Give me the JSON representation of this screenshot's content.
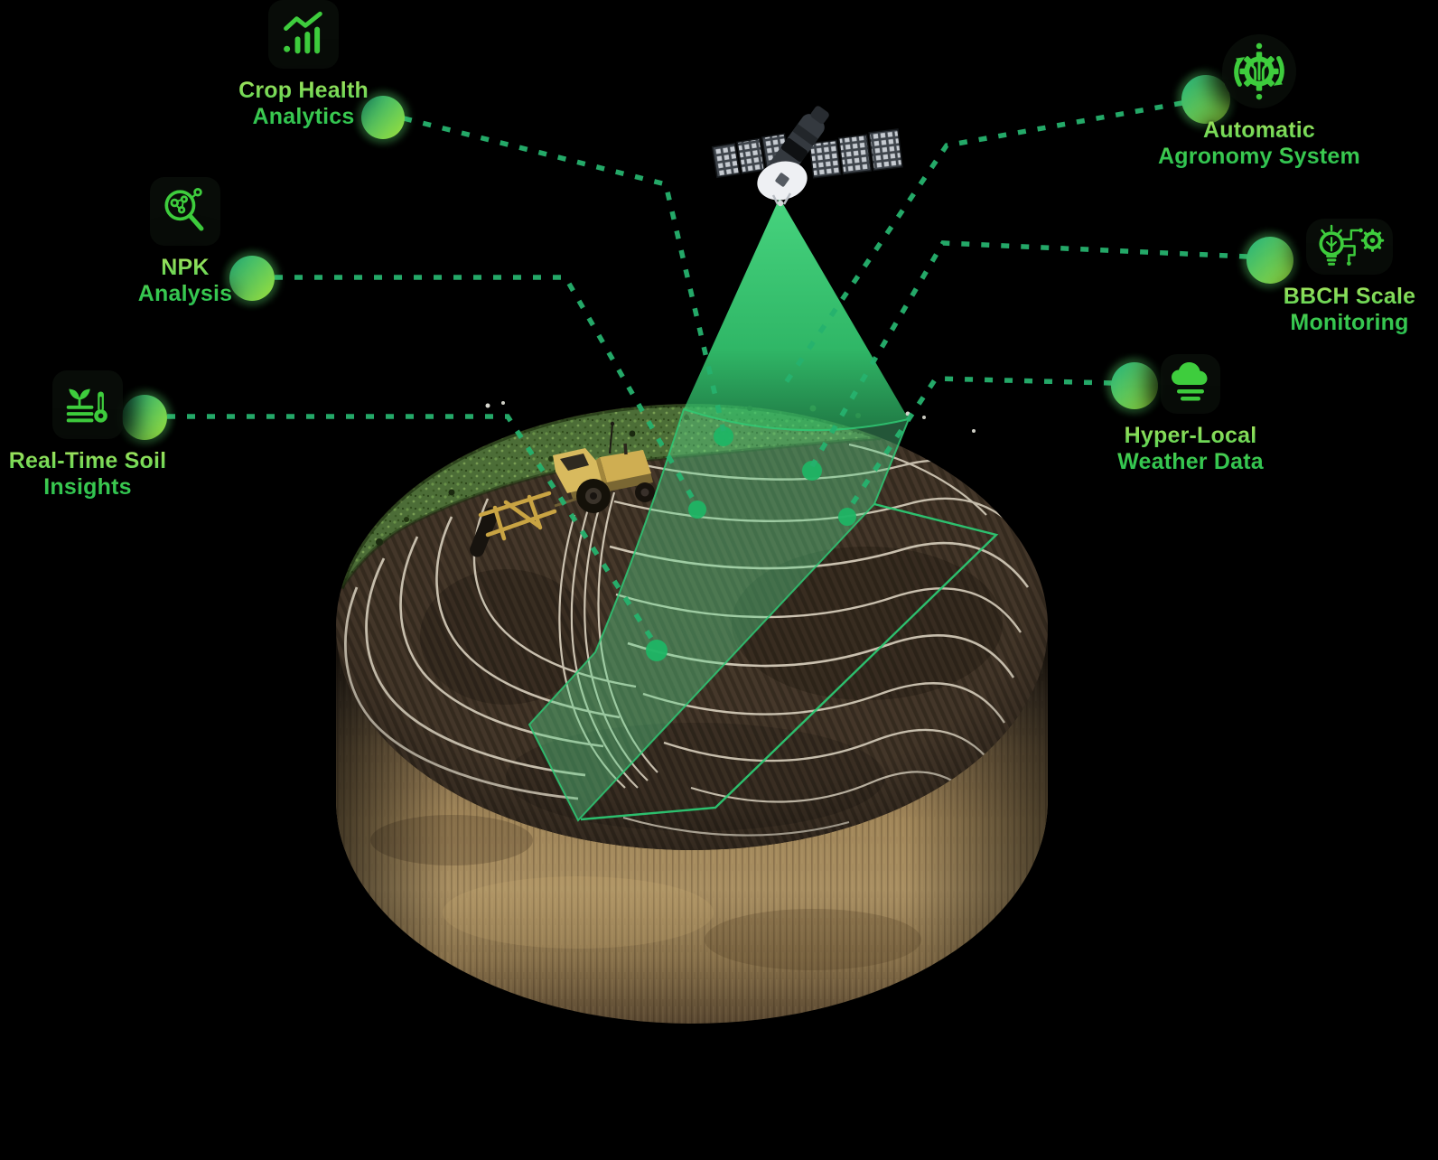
{
  "scene": {
    "background": "#000000",
    "accent_green": "#3ecd3d",
    "beam_green": "#35cb72",
    "connector_green": "#26b26e",
    "node_gradient": [
      "#22b17c",
      "#9ce13c"
    ],
    "illustration": [
      "satellite-3d",
      "soil-cross-section-disc",
      "contour-field",
      "tractor-with-implement",
      "scan-beam"
    ]
  },
  "features": [
    {
      "id": "crop-health",
      "icon": "bar-chart-trend-icon",
      "line1": "Crop Health",
      "line2": "Analytics"
    },
    {
      "id": "npk",
      "icon": "molecule-magnifier-icon",
      "line1": "NPK",
      "line2": "Analysis"
    },
    {
      "id": "soil",
      "icon": "soil-sprout-thermometer-icon",
      "line1": "Real-Time Soil",
      "line2": "Insights"
    },
    {
      "id": "agronomy",
      "icon": "gear-plant-circuit-icon",
      "line1": "Automatic",
      "line2": "Agronomy System"
    },
    {
      "id": "bbch",
      "icon": "bulb-gear-circuit-icon",
      "line1": "BBCH Scale",
      "line2": "Monitoring"
    },
    {
      "id": "weather",
      "icon": "cloud-fog-icon",
      "line1": "Hyper-Local",
      "line2": "Weather Data"
    }
  ]
}
